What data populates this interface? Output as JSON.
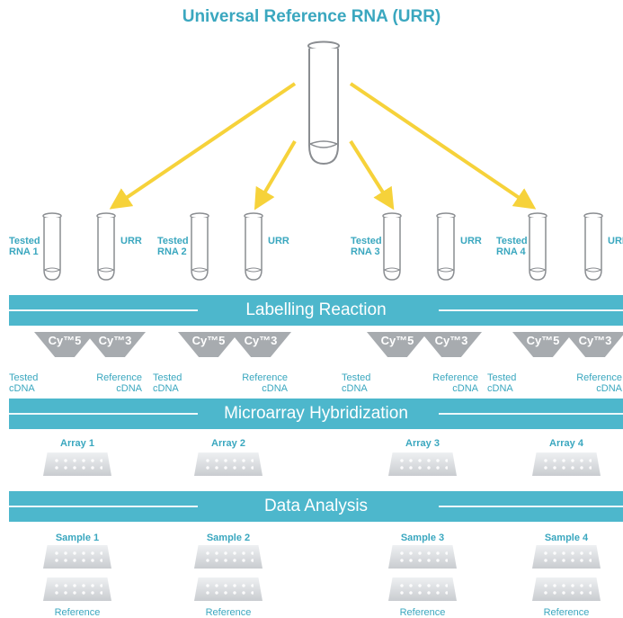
{
  "colors": {
    "teal": "#3aa7bf",
    "bar": "#4db7cc",
    "arrow": "#f6d23a",
    "tube_stroke": "#8a8d91",
    "dye_gray": "#a7abaf"
  },
  "title": "Universal Reference RNA (URR)",
  "groups": [
    {
      "tested": "Tested RNA 1",
      "urr": "URR",
      "dye_a": "Cy™5",
      "dye_b": "Cy™3",
      "cdna_a": "Tested cDNA",
      "cdna_b": "Reference cDNA",
      "array": "Array 1",
      "sample": "Sample 1",
      "reference": "Reference"
    },
    {
      "tested": "Tested RNA 2",
      "urr": "URR",
      "dye_a": "Cy™5",
      "dye_b": "Cy™3",
      "cdna_a": "Tested cDNA",
      "cdna_b": "Reference cDNA",
      "array": "Array 2",
      "sample": "Sample 2",
      "reference": "Reference"
    },
    {
      "tested": "Tested RNA 3",
      "urr": "URR",
      "dye_a": "Cy™5",
      "dye_b": "Cy™3",
      "cdna_a": "Tested cDNA",
      "cdna_b": "Reference cDNA",
      "array": "Array 3",
      "sample": "Sample 3",
      "reference": "Reference"
    },
    {
      "tested": "Tested RNA 4",
      "urr": "URR",
      "dye_a": "Cy™5",
      "dye_b": "Cy™3",
      "cdna_a": "Tested cDNA",
      "cdna_b": "Reference cDNA",
      "array": "Array 4",
      "sample": "Sample 4",
      "reference": "Reference"
    }
  ],
  "bars": {
    "labelling": "Labelling Reaction",
    "hybridization": "Microarray Hybridization",
    "analysis": "Data Analysis"
  },
  "icons": {
    "tube": "test-tube-icon",
    "slide": "microarray-slide-icon",
    "arrow": "yellow-arrow-icon"
  }
}
